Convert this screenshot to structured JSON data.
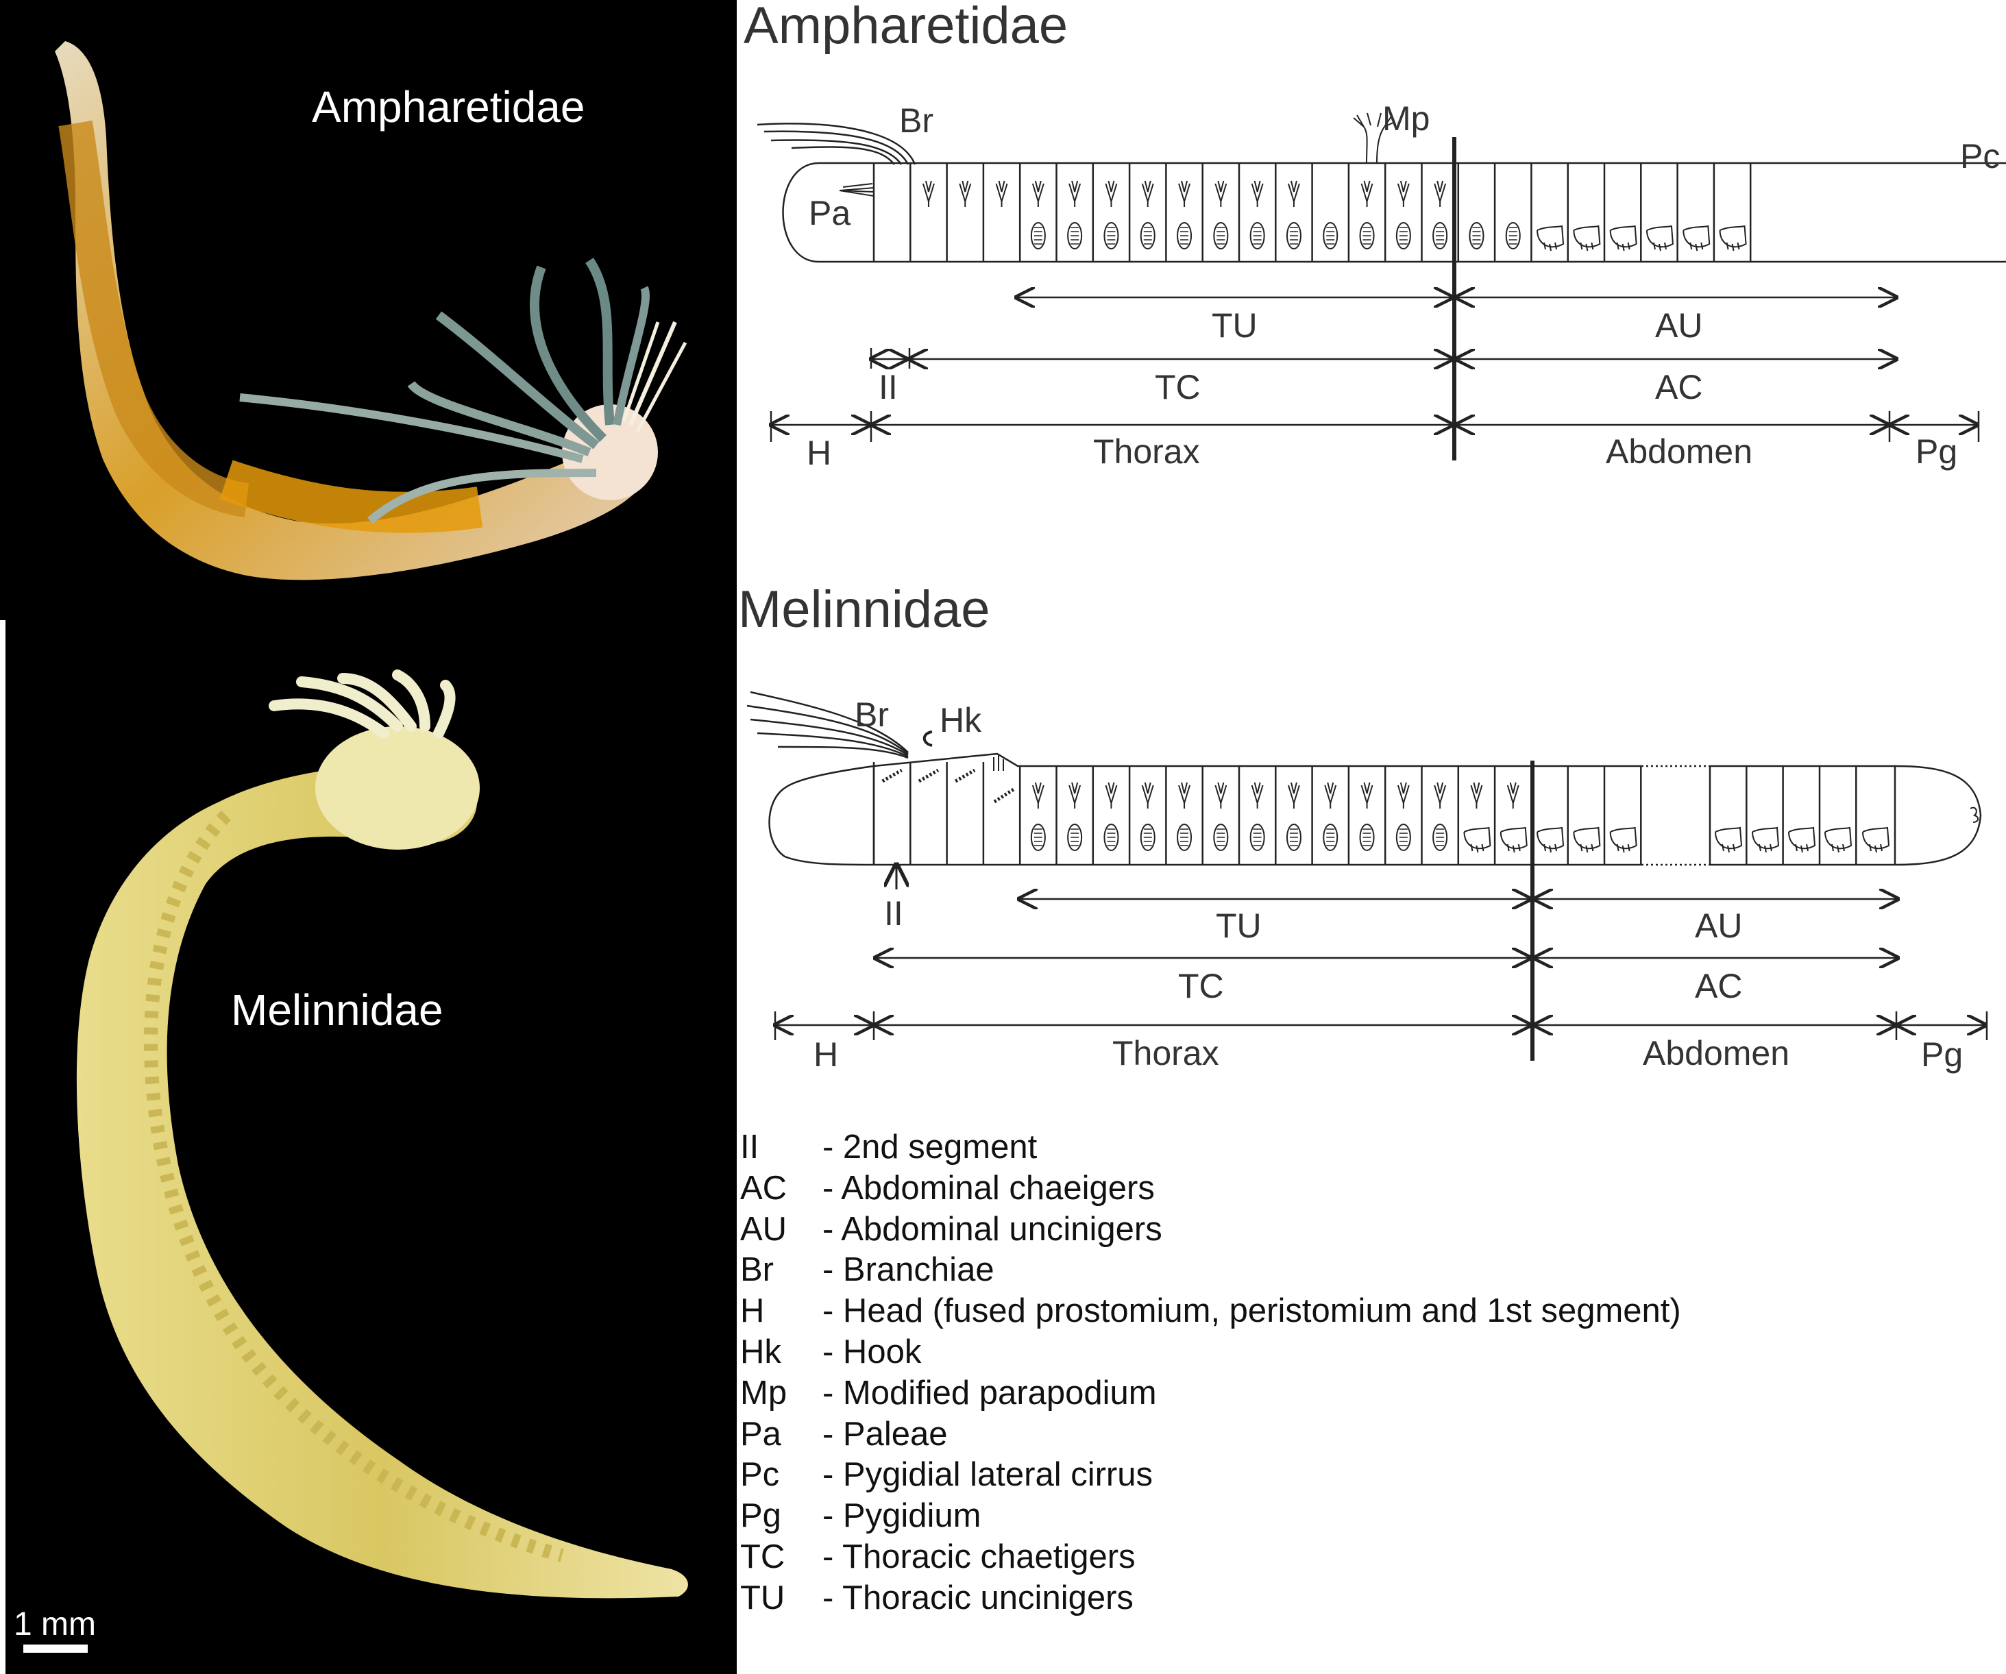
{
  "photo": {
    "ampharetidae_label": "Ampharetidae",
    "melinnidae_label": "Melinnidae",
    "scale_bar_label": "1 mm"
  },
  "ampharetidae_diagram": {
    "title": "Ampharetidae",
    "labels": {
      "br": "Br",
      "mp": "Mp",
      "pc": "Pc",
      "pa": "Pa",
      "ii": "II"
    },
    "rows": {
      "tu": "TU",
      "au": "AU",
      "tc": "TC",
      "ac": "AC",
      "h": "H",
      "thorax": "Thorax",
      "abdomen": "Abdomen",
      "pg": "Pg"
    }
  },
  "melinnidae_diagram": {
    "title": "Melinnidae",
    "labels": {
      "br": "Br",
      "hk": "Hk",
      "ii": "II"
    },
    "rows": {
      "tu": "TU",
      "au": "AU",
      "tc": "TC",
      "ac": "AC",
      "h": "H",
      "thorax": "Thorax",
      "abdomen": "Abdomen",
      "pg": "Pg"
    }
  },
  "legend": [
    {
      "abbr": "II",
      "desc": "- 2nd segment"
    },
    {
      "abbr": "AC",
      "desc": "- Abdominal chaeigers"
    },
    {
      "abbr": "AU",
      "desc": "- Abdominal uncinigers"
    },
    {
      "abbr": "Br",
      "desc": "- Branchiae"
    },
    {
      "abbr": "H",
      "desc": "- Head (fused prostomium, peristomium and 1st segment)"
    },
    {
      "abbr": "Hk",
      "desc": "- Hook"
    },
    {
      "abbr": "Mp",
      "desc": "- Modified parapodium"
    },
    {
      "abbr": "Pa",
      "desc": "- Paleae"
    },
    {
      "abbr": "Pc",
      "desc": "- Pygidial lateral cirrus"
    },
    {
      "abbr": "Pg",
      "desc": "- Pygidium"
    },
    {
      "abbr": "TC",
      "desc": "- Thoracic chaetigers"
    },
    {
      "abbr": "TU",
      "desc": "- Thoracic uncinigers"
    }
  ]
}
